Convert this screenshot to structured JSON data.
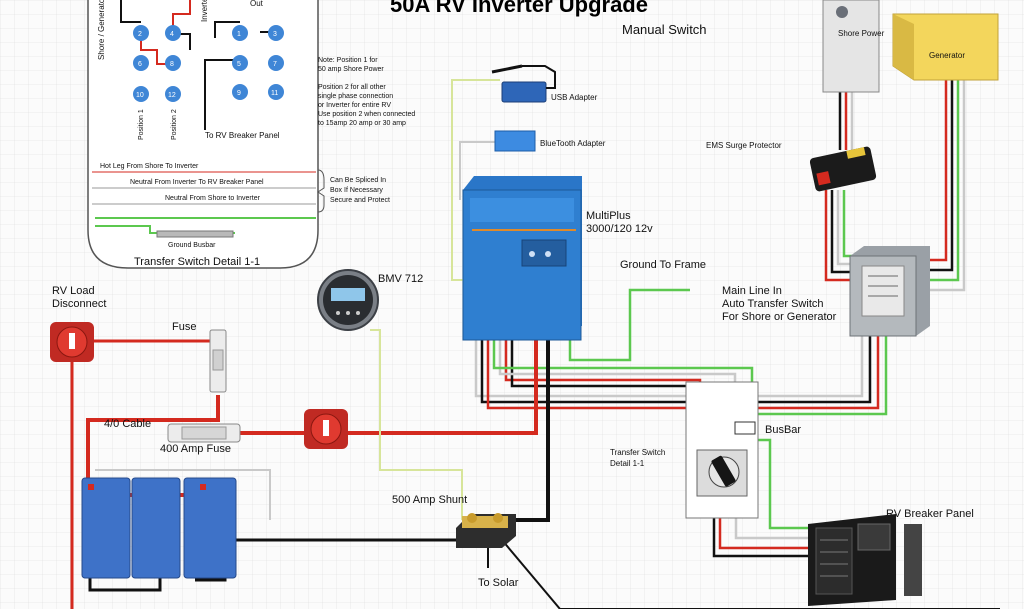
{
  "title": "50A RV Inverter Upgrade",
  "subtitle": "Manual Switch",
  "transfer_detail": {
    "caption": "Transfer Switch Detail 1-1",
    "col_left": "Shore / Generator",
    "col_right": "Inverter",
    "top_label": "Out",
    "position1": "Position 1",
    "position2": "Position 2",
    "breaker_label": "To RV Breaker Panel",
    "hot_leg": "Hot Leg From Shore To Inverter",
    "neutral_inverter": "Neutral From Inverter To RV Breaker Panel",
    "neutral_shore": "Neutral From Shore to Inverter",
    "busbar": "Ground Busbar",
    "terminals": [
      "1",
      "2",
      "3",
      "4",
      "5",
      "6",
      "7",
      "8",
      "9",
      "10",
      "11",
      "12"
    ]
  },
  "notes": {
    "note_lines": [
      "Note: Position 1 for",
      "50 amp Shore Power",
      "",
      "Position 2  for all other",
      "single phase connection",
      "or Inverter for entire RV",
      "Use position 2 when connected",
      "to 15amp 20 amp or 30 amp"
    ],
    "splice_lines": [
      "Can Be Spliced In",
      "Box If Necessary",
      "Secure and Protect"
    ]
  },
  "components": {
    "shore_power": "Shore Power",
    "generator": "Generator",
    "usb_adapter": "USB Adapter",
    "bluetooth_adapter": "BlueTooth Adapter",
    "ems": "EMS Surge Protector",
    "multiplus": [
      "MultiPlus",
      "3000/120 12v"
    ],
    "ground_frame": "Ground To Frame",
    "ats": [
      "Main Line In",
      "Auto Transfer Switch",
      "For Shore or Generator"
    ],
    "bmv": "BMV 712",
    "rv_load": [
      "RV Load",
      "Disconnect"
    ],
    "fuse": "Fuse",
    "cable": "4/0 Cable",
    "amp_fuse": "400 Amp Fuse",
    "shunt": "500 Amp Shunt",
    "solar": "To Solar",
    "busbar": "BusBar",
    "transfer_switch": [
      "Transfer Switch",
      "Detail 1-1"
    ],
    "breaker_panel": "RV Breaker Panel"
  },
  "colors": {
    "red": "#d42a1f",
    "black": "#111111",
    "green": "#5cc84f",
    "white_wire": "#c9c9c9",
    "victron_blue": "#2f7fd0",
    "battery_blue": "#3e72c8",
    "generator_yellow": "#f3d65c"
  }
}
